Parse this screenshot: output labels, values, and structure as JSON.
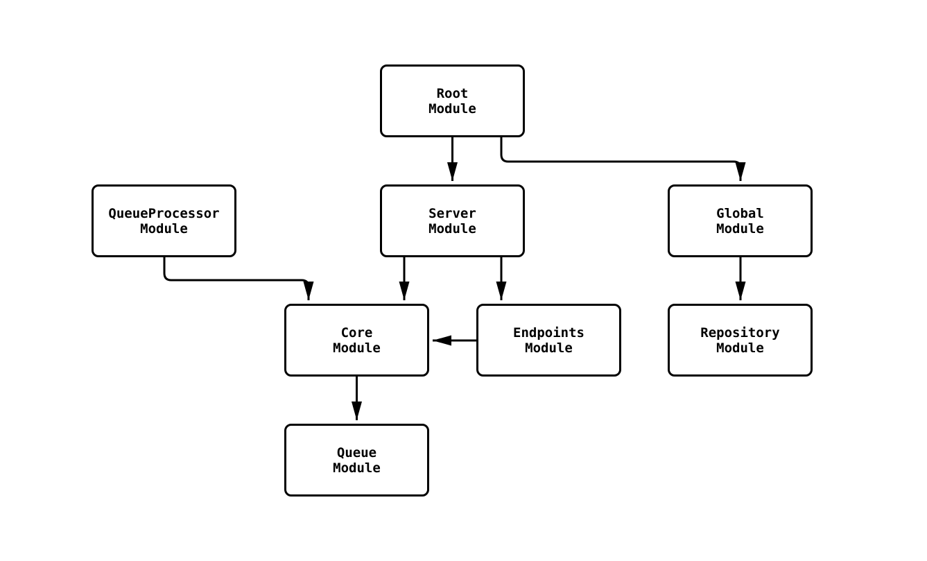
{
  "diagram": {
    "type": "flowchart",
    "nodes": [
      {
        "id": "root",
        "line1": "Root",
        "line2": "Module"
      },
      {
        "id": "queueprocessor",
        "line1": "QueueProcessor",
        "line2": "Module"
      },
      {
        "id": "server",
        "line1": "Server",
        "line2": "Module"
      },
      {
        "id": "global",
        "line1": "Global",
        "line2": "Module"
      },
      {
        "id": "core",
        "line1": "Core",
        "line2": "Module"
      },
      {
        "id": "endpoints",
        "line1": "Endpoints",
        "line2": "Module"
      },
      {
        "id": "repository",
        "line1": "Repository",
        "line2": "Module"
      },
      {
        "id": "queue",
        "line1": "Queue",
        "line2": "Module"
      }
    ],
    "edges": [
      {
        "from": "root",
        "to": "server"
      },
      {
        "from": "root",
        "to": "global"
      },
      {
        "from": "queueprocessor",
        "to": "core"
      },
      {
        "from": "server",
        "to": "core"
      },
      {
        "from": "server",
        "to": "endpoints"
      },
      {
        "from": "endpoints",
        "to": "core"
      },
      {
        "from": "global",
        "to": "repository"
      },
      {
        "from": "core",
        "to": "queue"
      }
    ],
    "colors": {
      "line": "#000000",
      "node_fill": "#ffffff",
      "node_border": "#000000",
      "background": "#ffffff"
    }
  }
}
